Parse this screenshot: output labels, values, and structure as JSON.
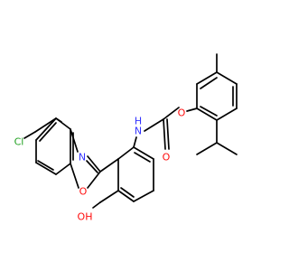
{
  "molecule": {
    "atom_labels": {
      "chlorine": "Cl",
      "oxazole_nitrogen": "N",
      "oxazole_oxygen": "O",
      "amide_nh": "N",
      "amide_h": "H",
      "carbonyl_oxygen": "O",
      "ether_oxygen": "O",
      "hydroxyl": "OH"
    },
    "colors": {
      "bond": "#000000",
      "carbon": "#000000",
      "nitrogen": "#3333ff",
      "oxygen": "#ff0d0d",
      "chlorine": "#1fa01f",
      "background": "#ffffff"
    }
  }
}
